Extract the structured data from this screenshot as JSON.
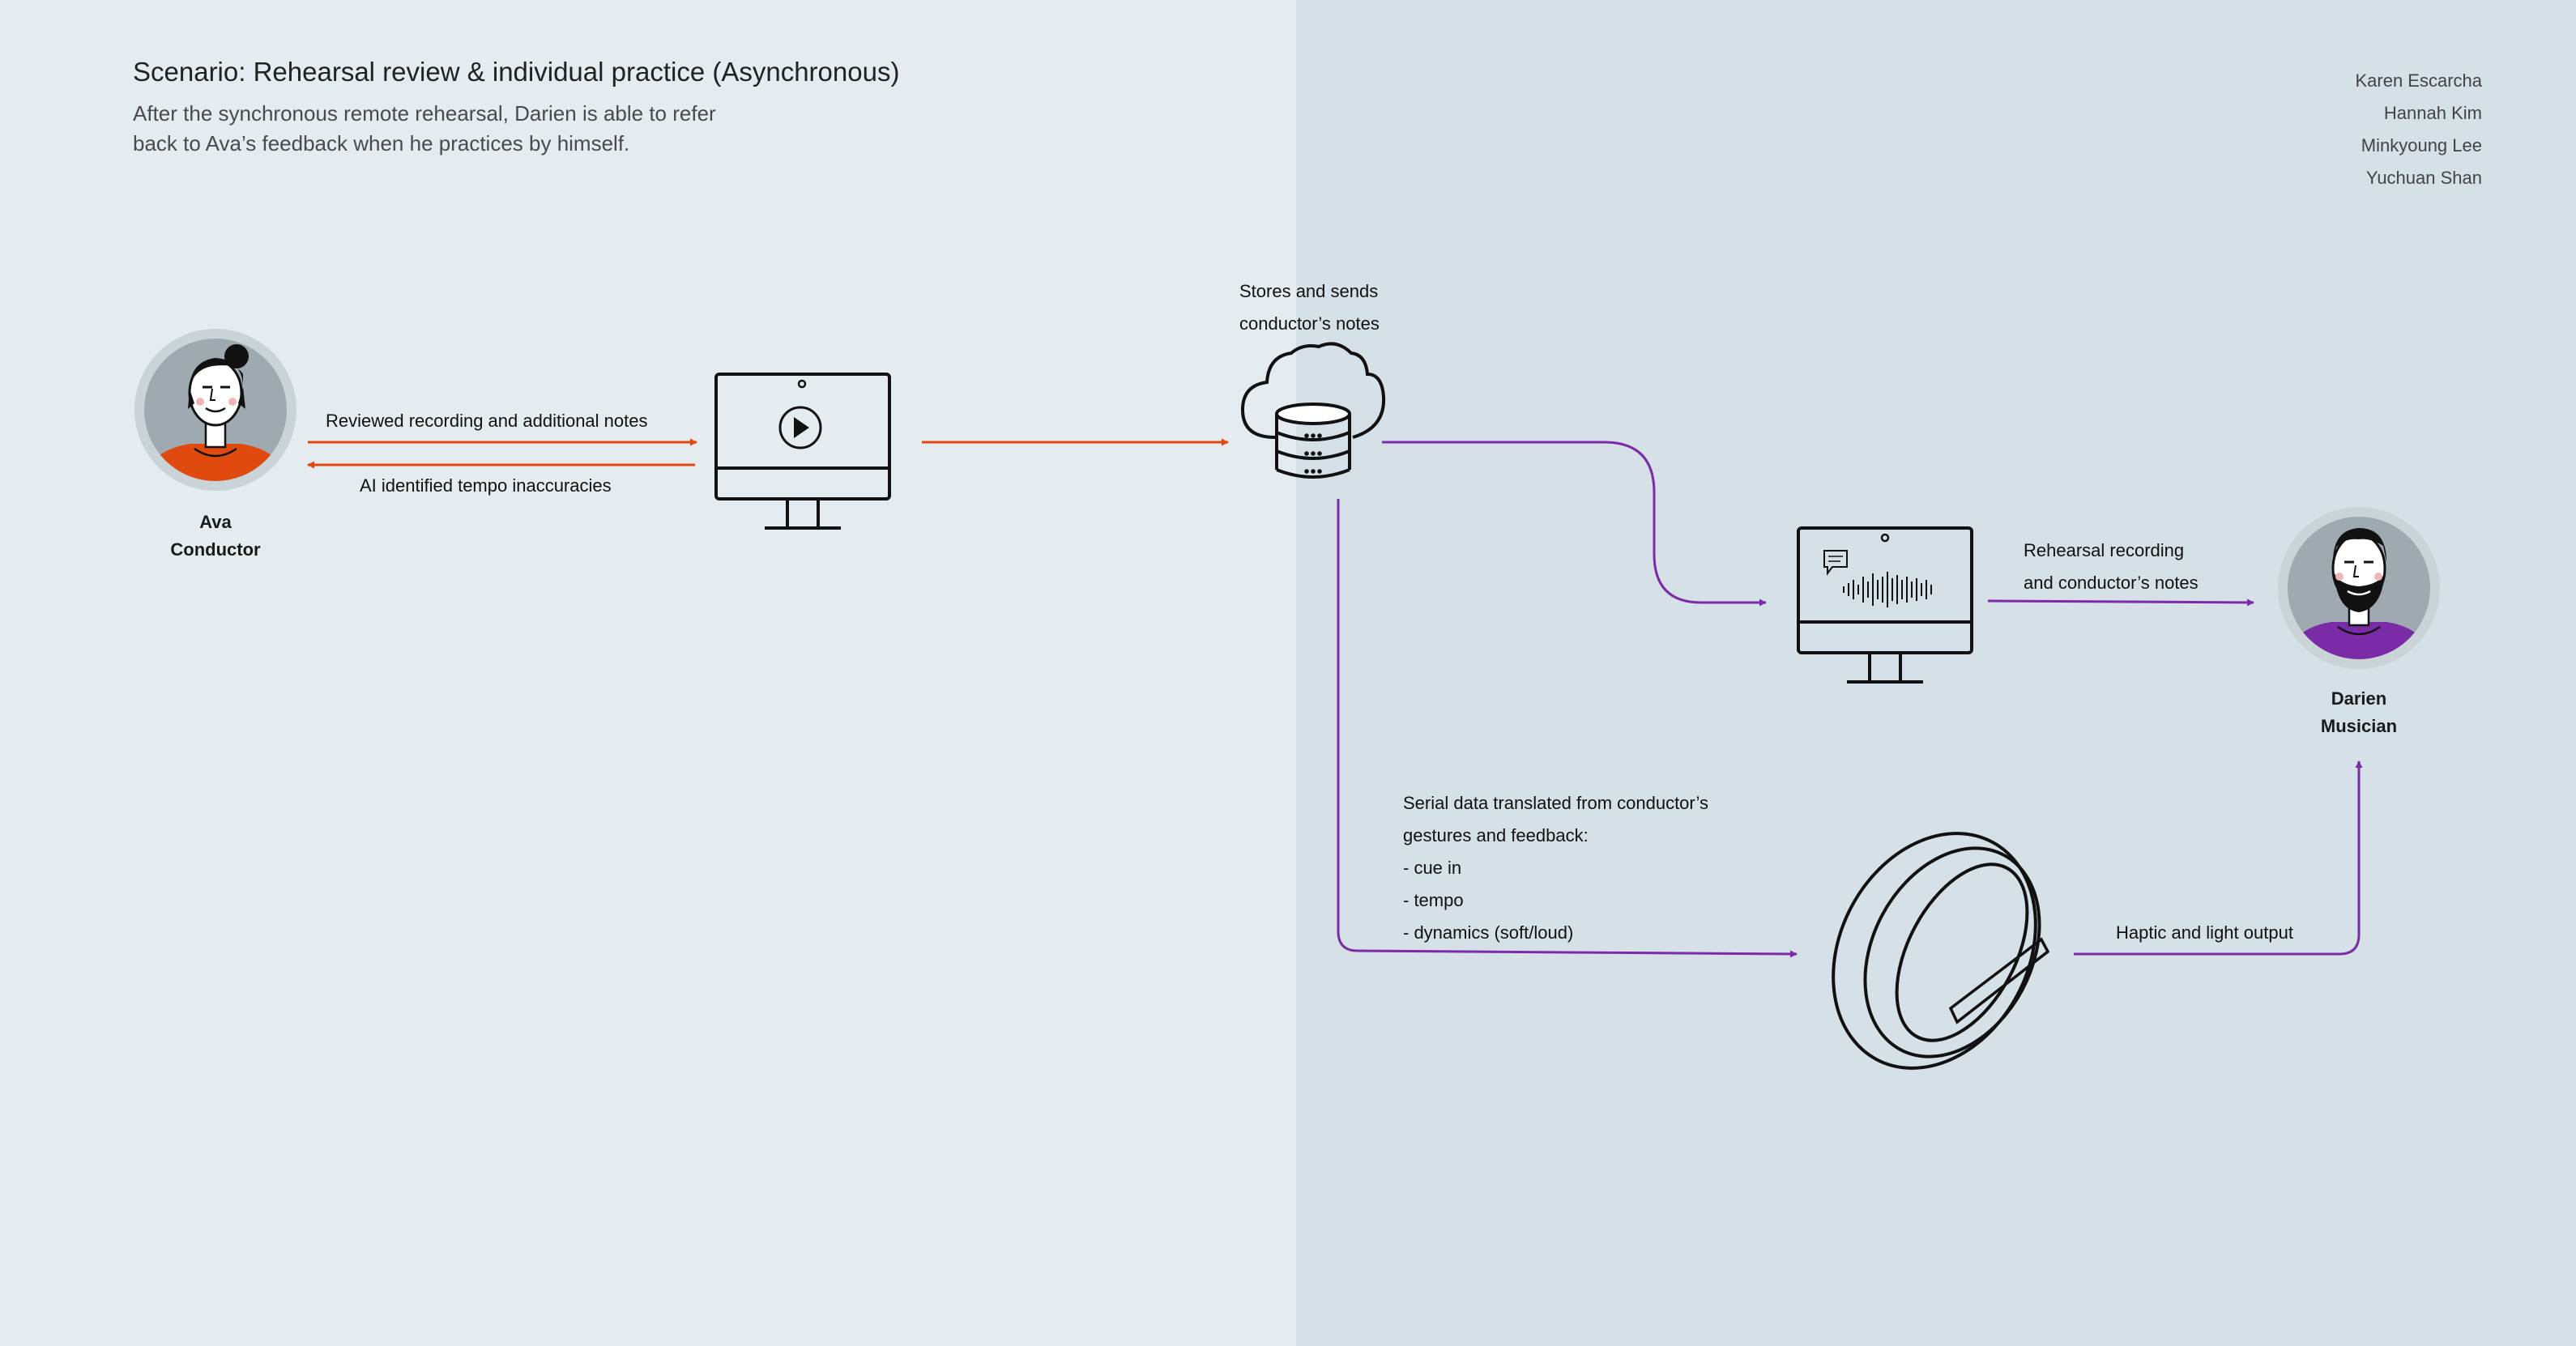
{
  "scenario": {
    "title": "Scenario: Rehearsal review & individual practice (Asynchronous)",
    "subtitle": "After the synchronous remote rehearsal, Darien is able to refer back to Ava’s feedback when he practices by himself."
  },
  "authors": [
    "Karen Escarcha",
    "Hannah Kim",
    "Minkyoung Lee",
    "Yuchuan Shan"
  ],
  "actors": {
    "conductor": {
      "name": "Ava",
      "role": "Conductor"
    },
    "musician": {
      "name": "Darien",
      "role": "Musician"
    }
  },
  "labels": {
    "reviewed": "Reviewed recording and additional notes",
    "ai_tempo": "AI identified tempo inaccuracies",
    "cloud": [
      "Stores and sends",
      "conductor’s notes"
    ],
    "recording": [
      "Rehearsal recording",
      "and conductor’s notes"
    ],
    "serial": [
      "Serial data translated from conductor’s",
      "gestures and feedback:",
      "- cue in",
      "- tempo",
      "- dynamics (soft/loud)"
    ],
    "haptic": "Haptic and light output"
  },
  "colors": {
    "bg_left": "#e5ecef",
    "bg_right": "#d5e1e7",
    "conductor_accent": "#e04a0f",
    "musician_accent": "#7b2aa8",
    "icon_stroke": "#111111",
    "avatar_ring": "#c9d3d8",
    "avatar_fill": "#9eaab0"
  },
  "icons": [
    "conductor-avatar",
    "monitor-play-icon",
    "cloud-database-icon",
    "monitor-audio-icon",
    "ring-wearable-icon",
    "musician-avatar"
  ]
}
